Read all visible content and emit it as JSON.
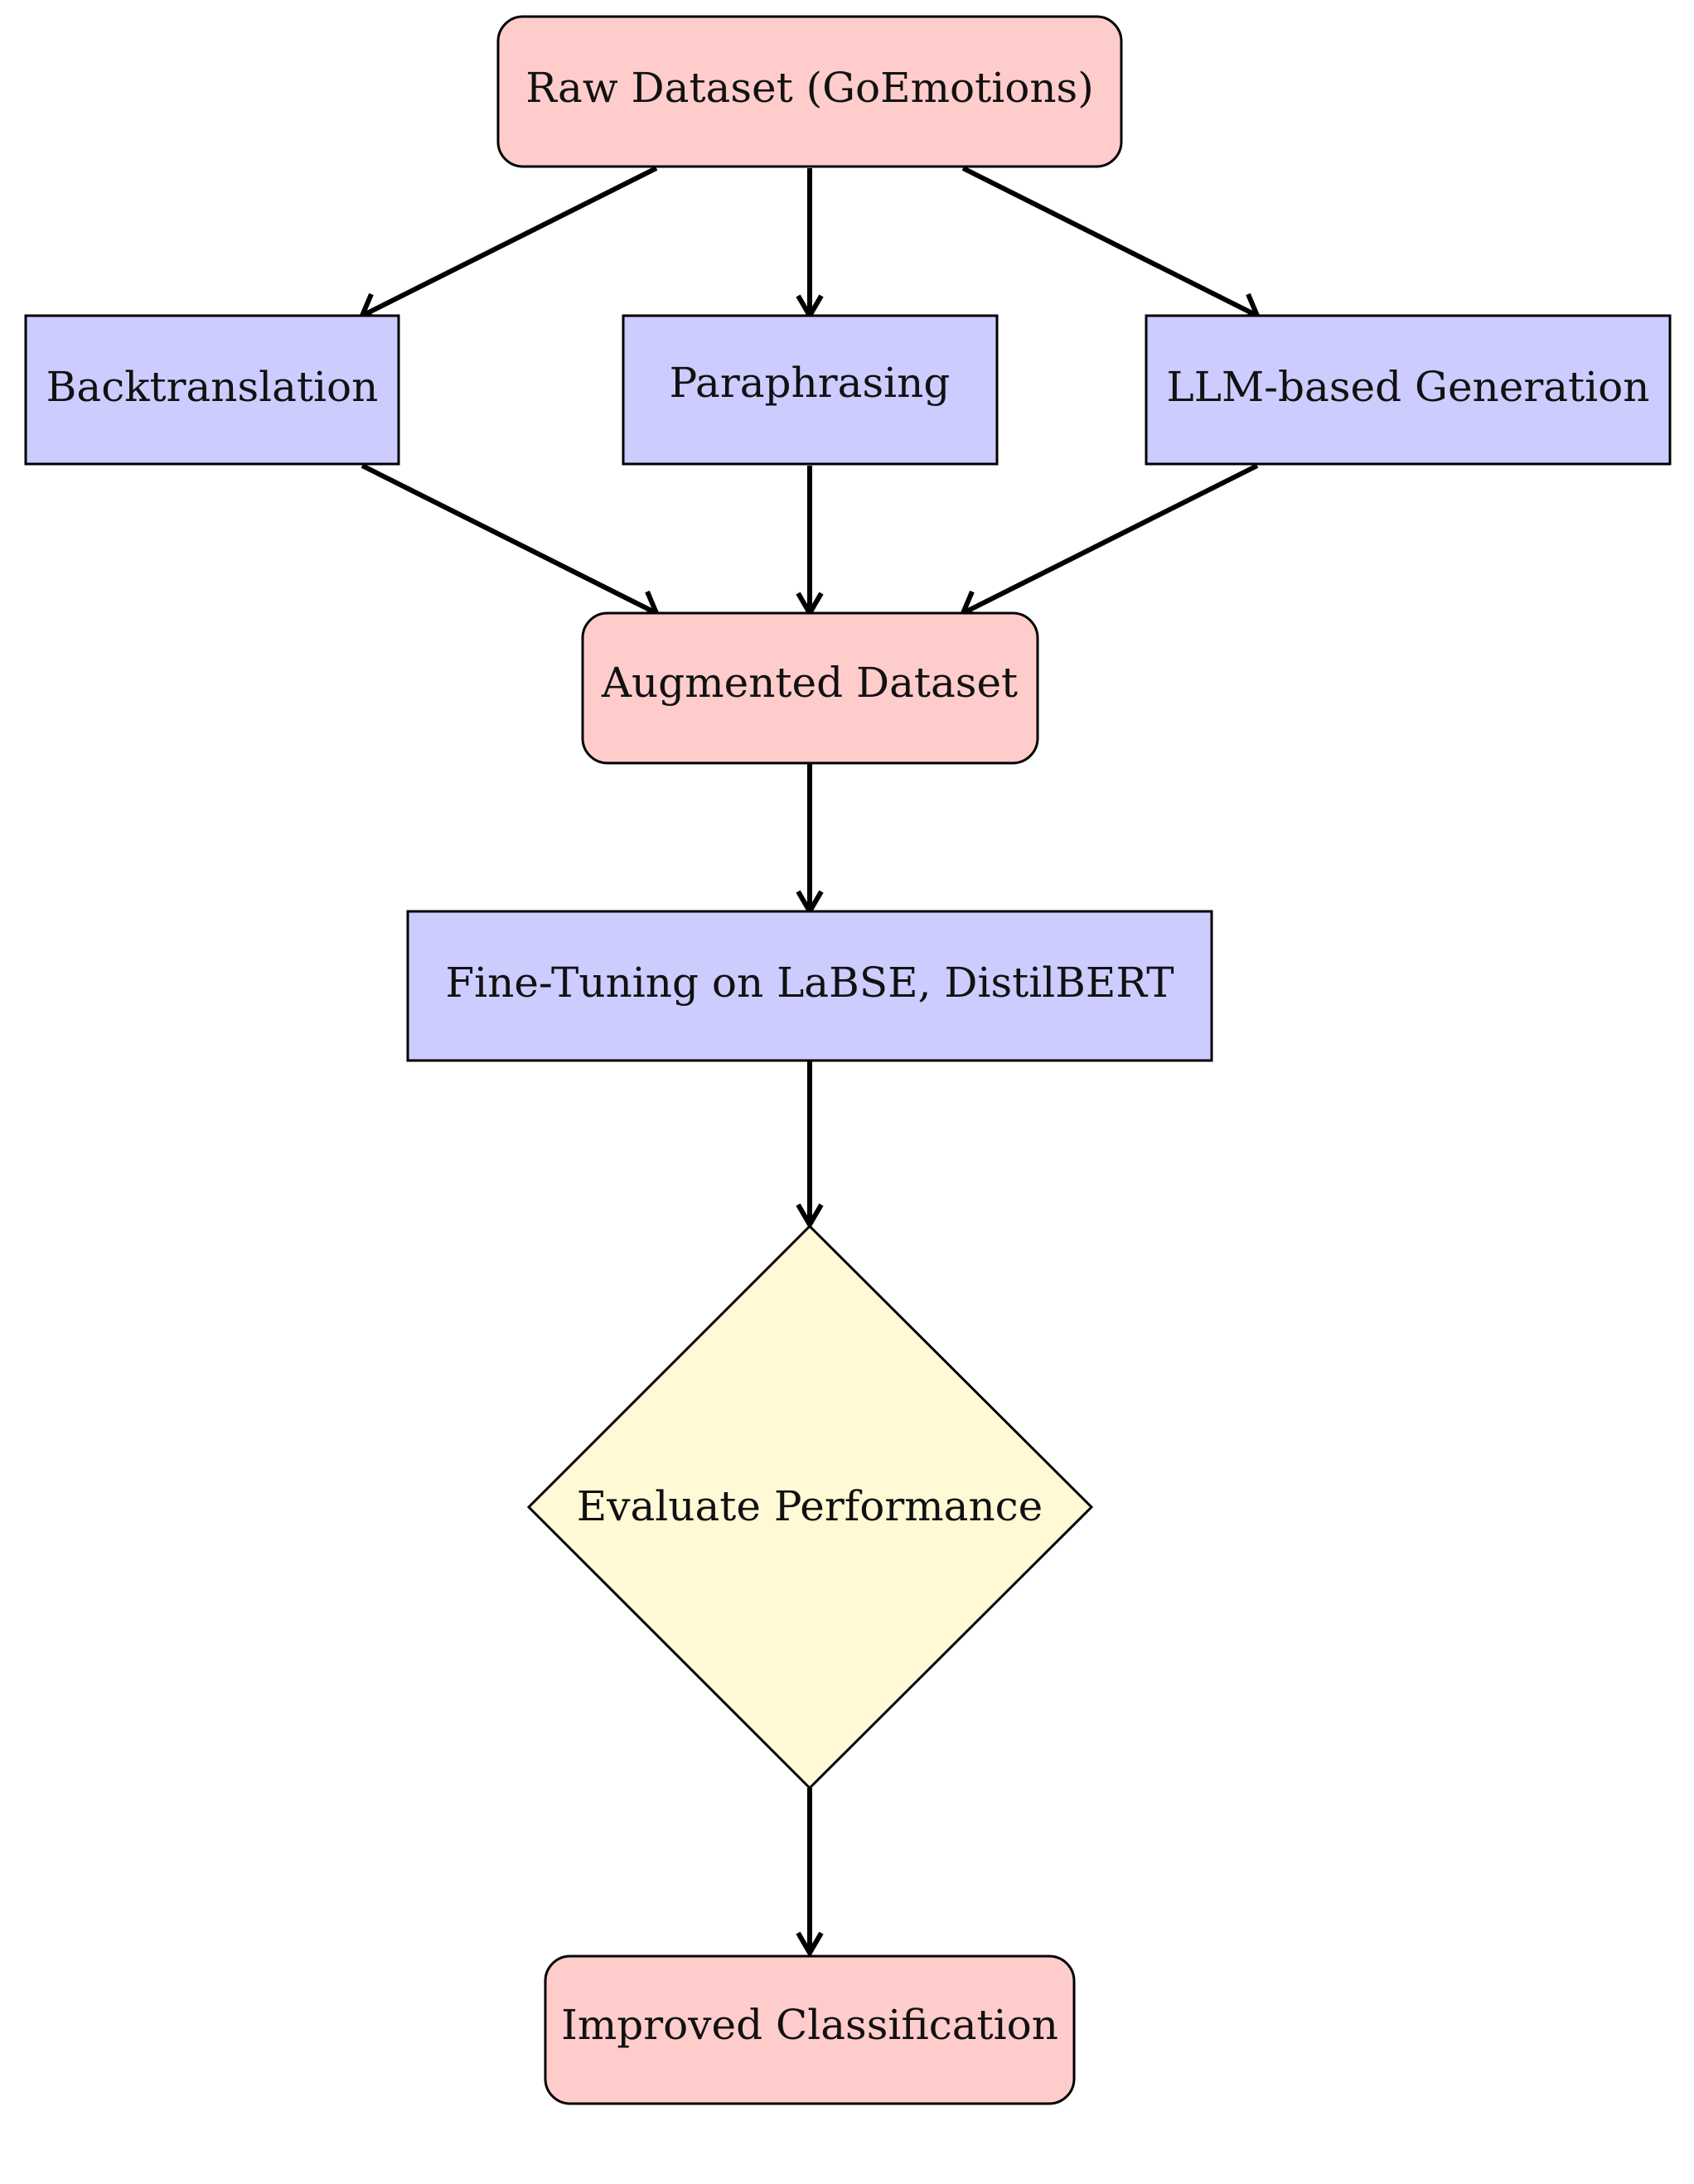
{
  "colors": {
    "data_node_fill": "#ffcccc",
    "process_node_fill": "#ccccff",
    "decision_node_fill": "#fff9d6",
    "stroke": "#000000",
    "background": "#ffffff"
  },
  "nodes": {
    "raw_dataset": "Raw Dataset (GoEmotions)",
    "backtranslation": "Backtranslation",
    "paraphrasing": "Paraphrasing",
    "llm_generation": "LLM-based Generation",
    "augmented_dataset": "Augmented Dataset",
    "fine_tuning": "Fine-Tuning on LaBSE, DistilBERT",
    "evaluate": "Evaluate Performance",
    "improved": "Improved Classification"
  },
  "edges": [
    {
      "from": "raw_dataset",
      "to": "backtranslation"
    },
    {
      "from": "raw_dataset",
      "to": "paraphrasing"
    },
    {
      "from": "raw_dataset",
      "to": "llm_generation"
    },
    {
      "from": "backtranslation",
      "to": "augmented_dataset"
    },
    {
      "from": "paraphrasing",
      "to": "augmented_dataset"
    },
    {
      "from": "llm_generation",
      "to": "augmented_dataset"
    },
    {
      "from": "augmented_dataset",
      "to": "fine_tuning"
    },
    {
      "from": "fine_tuning",
      "to": "evaluate"
    },
    {
      "from": "evaluate",
      "to": "improved"
    }
  ]
}
